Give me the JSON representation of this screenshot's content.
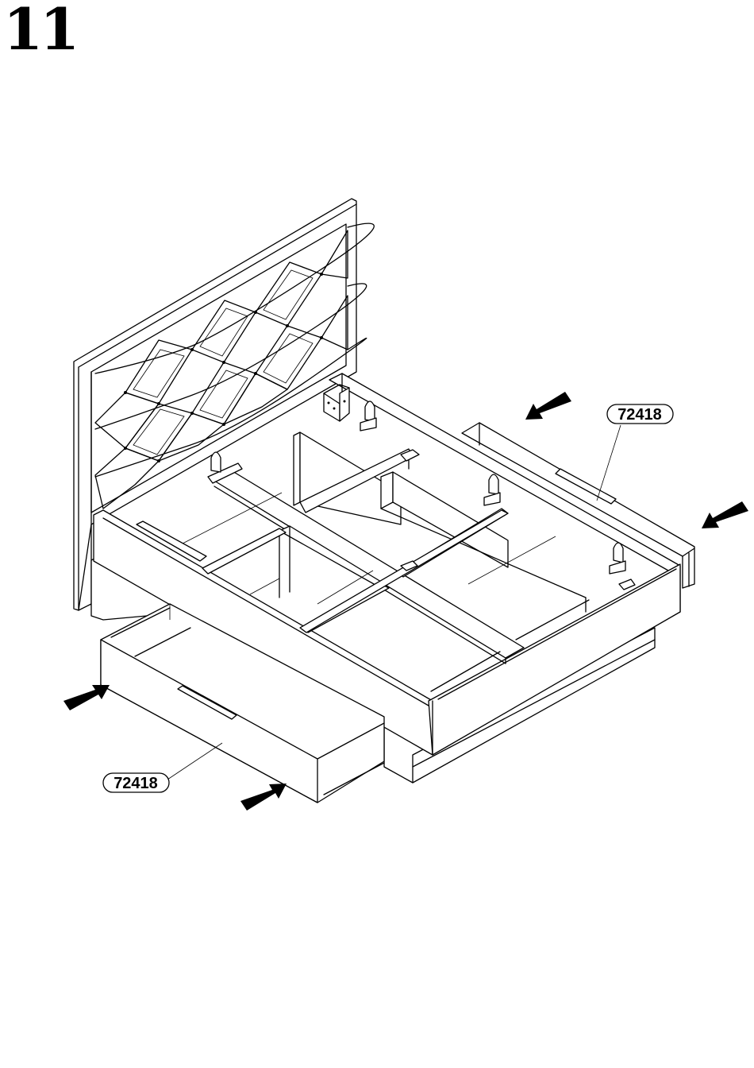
{
  "step": {
    "number": "11"
  },
  "callouts": [
    {
      "id": "drawer-right",
      "part_code": "72418"
    },
    {
      "id": "drawer-left",
      "part_code": "72418"
    }
  ],
  "icons": [
    "push-arrow-icon"
  ],
  "colors": {
    "ink": "#000000",
    "paper": "#ffffff"
  }
}
